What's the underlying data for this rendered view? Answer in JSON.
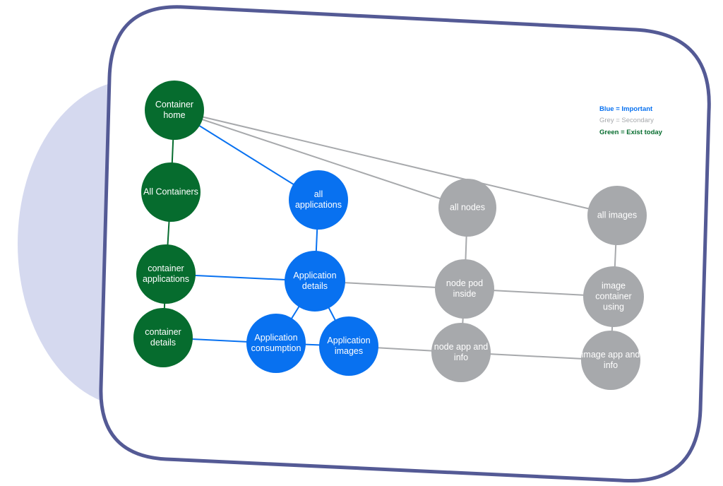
{
  "colors": {
    "green": "#066c2e",
    "blue": "#0871f0",
    "grey": "#a7a9ac",
    "frame": "#545a95",
    "backdrop": "#d5d9ef"
  },
  "legend": [
    {
      "text": "Blue = Important",
      "color": "blue",
      "weight": "bold"
    },
    {
      "text": "Grey = Secondary",
      "color": "grey",
      "weight": "normal"
    },
    {
      "text": "Green = Exist today",
      "color": "green",
      "weight": "bold"
    }
  ],
  "nodes": [
    {
      "id": "container-home",
      "color": "green",
      "lines": [
        "Container",
        "home"
      ]
    },
    {
      "id": "all-containers",
      "color": "green",
      "lines": [
        "All Containers"
      ]
    },
    {
      "id": "container-applications",
      "color": "green",
      "lines": [
        "container",
        "applications"
      ]
    },
    {
      "id": "container-details",
      "color": "green",
      "lines": [
        "container",
        "details"
      ]
    },
    {
      "id": "all-applications",
      "color": "blue",
      "lines": [
        "all",
        "applications"
      ]
    },
    {
      "id": "application-details",
      "color": "blue",
      "lines": [
        "Application",
        "details"
      ]
    },
    {
      "id": "application-consumption",
      "color": "blue",
      "lines": [
        "Application",
        "consumption"
      ]
    },
    {
      "id": "application-images",
      "color": "blue",
      "lines": [
        "Application",
        "images"
      ]
    },
    {
      "id": "all-nodes",
      "color": "grey",
      "lines": [
        "all nodes"
      ]
    },
    {
      "id": "node-pod-inside",
      "color": "grey",
      "lines": [
        "node pod",
        "inside"
      ]
    },
    {
      "id": "node-app-and-info",
      "color": "grey",
      "lines": [
        "node app and",
        "info"
      ]
    },
    {
      "id": "all-images",
      "color": "grey",
      "lines": [
        "all images"
      ]
    },
    {
      "id": "image-container-using",
      "color": "grey",
      "lines": [
        "image",
        "container",
        "using"
      ]
    },
    {
      "id": "image-app-and-info",
      "color": "grey",
      "lines": [
        "image app and",
        "info"
      ]
    }
  ],
  "edges": [
    {
      "from": "container-home",
      "to": "all-containers",
      "color": "green"
    },
    {
      "from": "all-containers",
      "to": "container-applications",
      "color": "green"
    },
    {
      "from": "container-applications",
      "to": "container-details",
      "color": "green"
    },
    {
      "from": "container-home",
      "to": "all-applications",
      "color": "blue"
    },
    {
      "from": "all-applications",
      "to": "application-details",
      "color": "blue"
    },
    {
      "from": "container-applications",
      "to": "application-details",
      "color": "blue"
    },
    {
      "from": "application-details",
      "to": "application-consumption",
      "color": "blue"
    },
    {
      "from": "application-details",
      "to": "application-images",
      "color": "blue"
    },
    {
      "from": "application-consumption",
      "to": "application-images",
      "color": "blue"
    },
    {
      "from": "container-details",
      "to": "application-consumption",
      "color": "blue"
    },
    {
      "from": "container-home",
      "to": "all-nodes",
      "color": "grey"
    },
    {
      "from": "container-home",
      "to": "all-images",
      "color": "grey"
    },
    {
      "from": "all-nodes",
      "to": "node-pod-inside",
      "color": "grey"
    },
    {
      "from": "node-pod-inside",
      "to": "node-app-and-info",
      "color": "grey"
    },
    {
      "from": "all-images",
      "to": "image-container-using",
      "color": "grey"
    },
    {
      "from": "image-container-using",
      "to": "image-app-and-info",
      "color": "grey"
    },
    {
      "from": "application-details",
      "to": "node-pod-inside",
      "color": "grey"
    },
    {
      "from": "node-pod-inside",
      "to": "image-container-using",
      "color": "grey"
    },
    {
      "from": "application-images",
      "to": "node-app-and-info",
      "color": "grey"
    },
    {
      "from": "node-app-and-info",
      "to": "image-app-and-info",
      "color": "grey"
    }
  ]
}
